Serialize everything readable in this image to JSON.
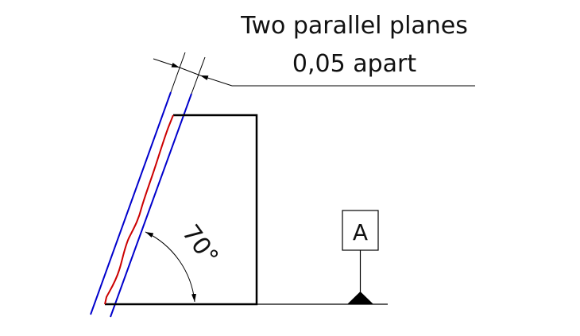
{
  "annotation": {
    "line1": "Two parallel planes",
    "line2": "0,05 apart"
  },
  "angle": {
    "label": "70°",
    "value_deg": 70
  },
  "datum": {
    "letter": "A"
  },
  "colors": {
    "tolerance_planes": "#0000cc",
    "actual_surface": "#cc0000",
    "part_outline": "#000000"
  }
}
